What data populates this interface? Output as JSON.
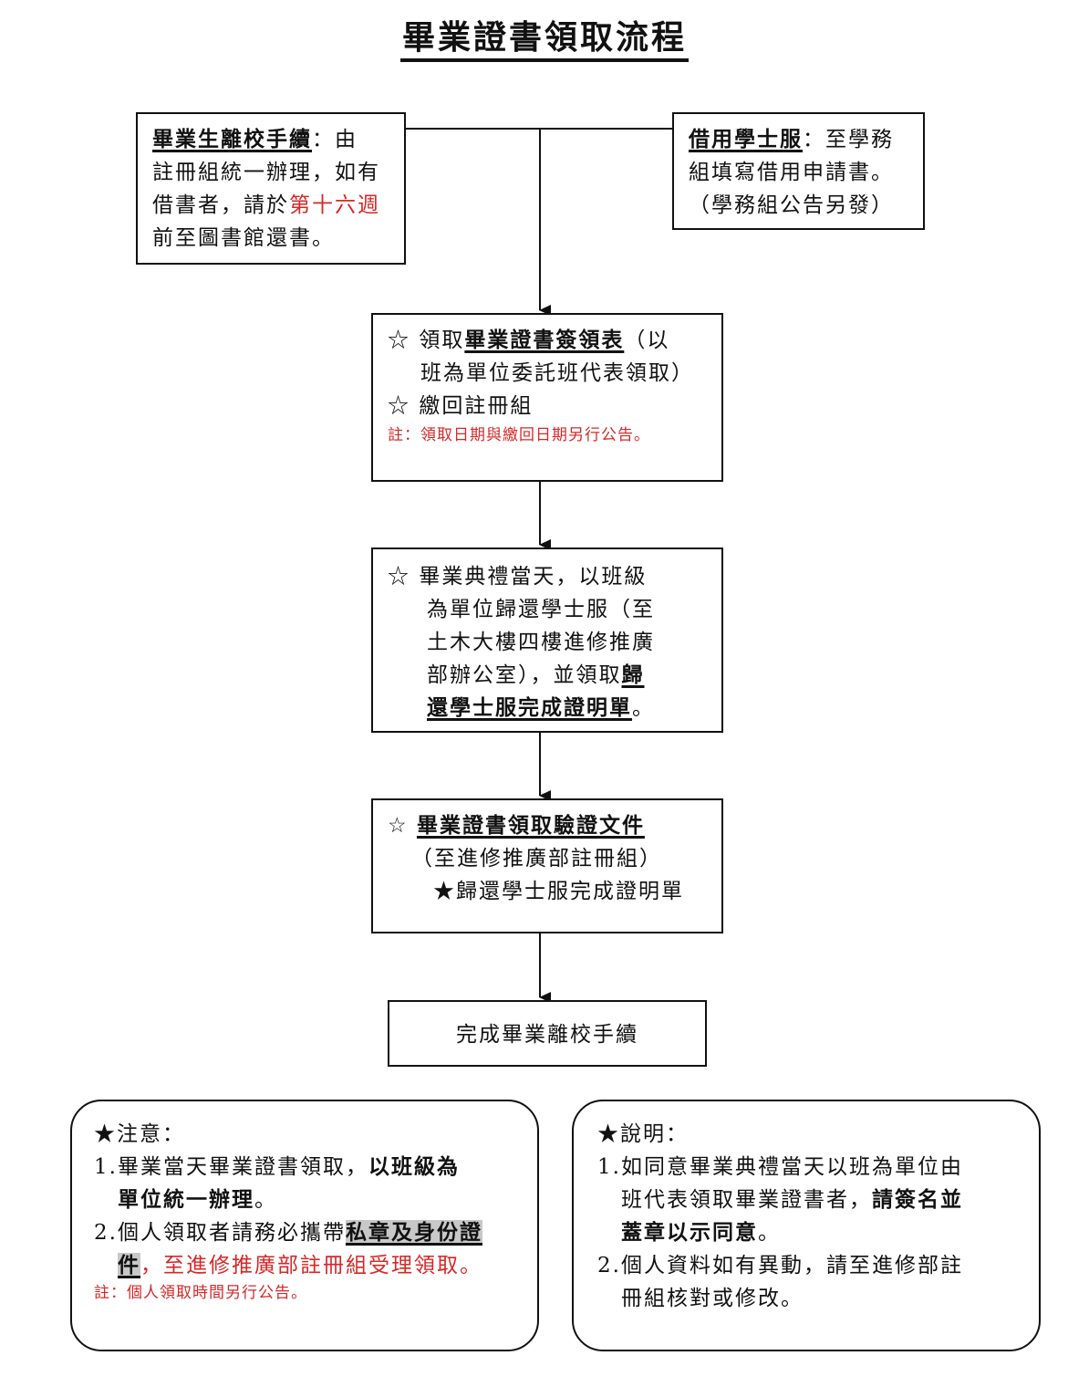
{
  "title": "畢業證書領取流程",
  "box_left": {
    "heading": "畢業生離校手續",
    "t1": "：由",
    "line2": "註冊組統一辦理，如有",
    "line3a": "借書者，請於",
    "line3red": "第十六週",
    "line4": "前至圖書館還書。"
  },
  "box_right": {
    "heading": "借用學士服",
    "t1": "：至學務",
    "line2": "組填寫借用申請書。",
    "line3": "（學務組公告另發）"
  },
  "box2": {
    "star": "☆",
    "a1": "領取",
    "a_u": "畢業證書簽領表",
    "a2": "（以",
    "line2": "班為單位委託班代表領取）",
    "line3": "繳回註冊組",
    "note": "註：領取日期與繳回日期另行公告。"
  },
  "box3": {
    "star": "☆",
    "line1": "畢業典禮當天，以班級",
    "line2": "為單位歸還學士服（至",
    "line3": "土木大樓四樓進修推廣",
    "line4a": "部辦公室），並領取",
    "line4u": "歸",
    "line5u": "還學士服完成證明單",
    "line5b": "。"
  },
  "box4": {
    "star": "☆",
    "heading": "畢業證書領取驗證文件",
    "line2": "（至進修推廣部註冊組）",
    "line3": "★歸還學士服完成證明單"
  },
  "box5": {
    "text": "完成畢業離校手續"
  },
  "notice": {
    "heading": "★注意：",
    "i1a": "1.",
    "i1b": "畢業當天畢業證書領取，",
    "i1c": "以班級為",
    "i1d": "單位統一辦理",
    "i1e": "。",
    "i2a": "2.",
    "i2b": "個人領取者請務必攜帶",
    "i2c": "私章及身份證",
    "i2d": "件",
    "i2e": "，至進修推廣部註冊組受理領取。",
    "note": "註：個人領取時間另行公告。"
  },
  "explain": {
    "heading": "★說明：",
    "i1a": "1.",
    "i1b": "如同意畢業典禮當天以班為單位由",
    "i1c": "班代表領取畢業證書者，",
    "i1d": "請簽名並",
    "i1e": "蓋章以示同意",
    "i1f": "。",
    "i2a": "2.",
    "i2b": "個人資料如有異動，請至進修部註",
    "i2c": "冊組核對或修改。"
  }
}
